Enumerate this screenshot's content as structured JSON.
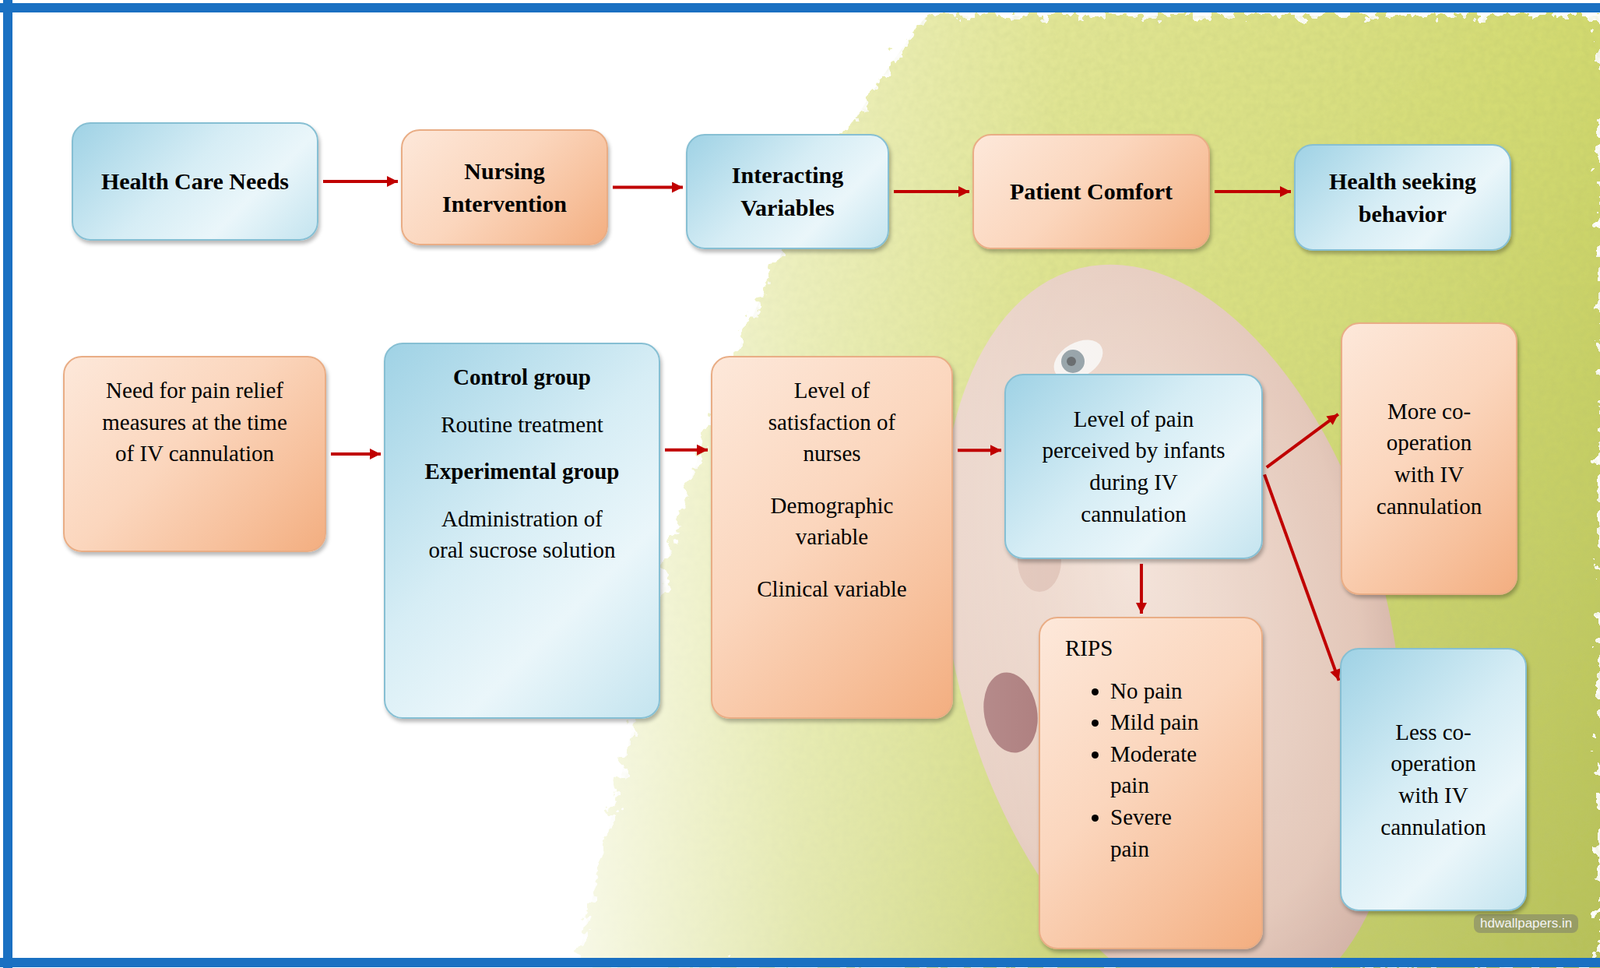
{
  "diagram": {
    "nodes": [
      {
        "text": [
          "Health Care Needs"
        ]
      },
      {
        "text": [
          "Nursing Intervention"
        ]
      },
      {
        "text": [
          "Interacting Variables"
        ]
      },
      {
        "text": [
          "Patient Comfort"
        ]
      },
      {
        "text": [
          "Health seeking behavior"
        ]
      },
      {
        "text": [
          "Need for pain relief measures at the time of IV cannulation"
        ]
      },
      {
        "text": [
          "Control group",
          "Routine treatment",
          "Experimental group",
          "Administration of oral sucrose solution"
        ]
      },
      {
        "text": [
          "Level of satisfaction of nurses",
          "Demographic variable",
          "Clinical variable"
        ]
      },
      {
        "text": [
          "Level of pain perceived by infants during IV cannulation"
        ]
      },
      {
        "text": [
          "More co-operation with IV cannulation"
        ]
      },
      {
        "text": [
          "RIPS",
          "No pain",
          "Mild pain",
          "Moderate pain",
          "Severe pain"
        ]
      },
      {
        "text": [
          "Less co-operation with IV cannulation"
        ]
      }
    ],
    "edges": [
      {
        "from": 0,
        "to": 1,
        "arrow": "to"
      },
      {
        "from": 1,
        "to": 2,
        "arrow": "to"
      },
      {
        "from": 2,
        "to": 3,
        "arrow": "to"
      },
      {
        "from": 3,
        "to": 4,
        "arrow": "to"
      },
      {
        "from": 5,
        "to": 6,
        "arrow": "to"
      },
      {
        "from": 6,
        "to": 7,
        "arrow": "to"
      },
      {
        "from": 7,
        "to": 8,
        "arrow": "to"
      },
      {
        "from": 8,
        "to": 9,
        "arrow": "to"
      },
      {
        "from": 8,
        "to": 10,
        "arrow": "to"
      },
      {
        "from": 8,
        "to": 11,
        "arrow": "to"
      }
    ],
    "labels": [
      "hdwallpapers.in"
    ]
  }
}
